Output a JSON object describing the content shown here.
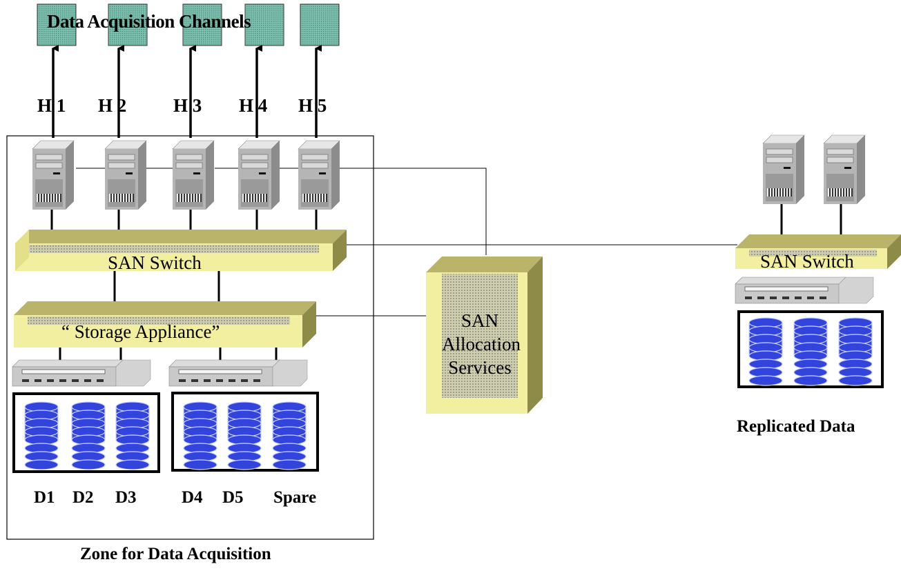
{
  "diagram": {
    "top_title": "Data Acquisition Channels",
    "hosts": [
      "H 1",
      "H 2",
      "H 3",
      "H 4",
      "H 5"
    ],
    "san_switch_left": "SAN Switch",
    "storage_appliance": "“ Storage Appliance”",
    "san_services": [
      "SAN",
      "Allocation",
      "Services"
    ],
    "san_switch_right": "SAN Switch",
    "disks_group_a": [
      "D1",
      "D2",
      "D3"
    ],
    "disks_group_b": [
      "D4",
      "D5",
      "Spare"
    ],
    "zone_label": "Zone for Data Acquisition",
    "replicated_label": "Replicated Data"
  },
  "colors": {
    "channel_box": "#6fb5a5",
    "switch_face": "#f2f0a0",
    "switch_top": "#b9b46a",
    "switch_side": "#8e8a48",
    "server_body": "#b8b8b8",
    "disk_blue": "#3344dd",
    "line": "#000000"
  },
  "icons": [
    "server-icon",
    "disk-stack-icon",
    "disk-array-unit-icon",
    "arrow-up-icon"
  ]
}
